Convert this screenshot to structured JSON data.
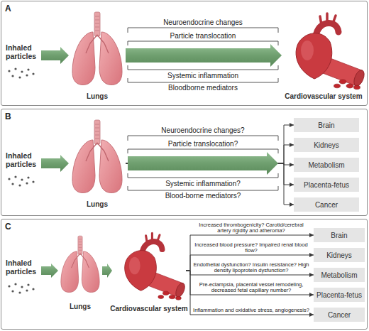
{
  "diagram": {
    "nodes": [
      {
        "text": [
          "A"
        ]
      },
      {
        "text": [
          "Inhaled particles"
        ],
        "in": 0
      },
      {
        "text": [
          "Lungs"
        ],
        "in": 0
      },
      {
        "text": [
          "Cardiovascular system"
        ],
        "in": 0
      },
      {
        "text": [
          "B"
        ]
      },
      {
        "text": [
          "Inhaled particles"
        ],
        "in": 4
      },
      {
        "text": [
          "Lungs"
        ],
        "in": 4
      },
      {
        "text": [
          "Brain"
        ],
        "in": 4
      },
      {
        "text": [
          "Kidneys"
        ],
        "in": 4
      },
      {
        "text": [
          "Metabolism"
        ],
        "in": 4
      },
      {
        "text": [
          "Placenta-fetus"
        ],
        "in": 4
      },
      {
        "text": [
          "Cancer"
        ],
        "in": 4
      },
      {
        "text": [
          "C"
        ]
      },
      {
        "text": [
          "Inhaled particles"
        ],
        "in": 12
      },
      {
        "text": [
          "Lungs"
        ],
        "in": 12
      },
      {
        "text": [
          "Cardiovascular system"
        ],
        "in": 12
      },
      {
        "text": [
          "Brain"
        ],
        "in": 12
      },
      {
        "text": [
          "Kidneys"
        ],
        "in": 12
      },
      {
        "text": [
          "Metabolism"
        ],
        "in": 12
      },
      {
        "text": [
          "Placenta-fetus"
        ],
        "in": 12
      },
      {
        "text": [
          "Cancer"
        ],
        "in": 12
      }
    ],
    "edges": [
      {
        "from": 1,
        "to": 2,
        "arrow": "to"
      },
      {
        "from": 2,
        "to": 3,
        "arrow": "to"
      },
      {
        "from": 5,
        "to": 6,
        "arrow": "to"
      },
      {
        "from": 6,
        "to": 7,
        "arrow": "to"
      },
      {
        "from": 6,
        "to": 8,
        "arrow": "to"
      },
      {
        "from": 6,
        "to": 9,
        "arrow": "to"
      },
      {
        "from": 6,
        "to": 10,
        "arrow": "to"
      },
      {
        "from": 6,
        "to": 11,
        "arrow": "to"
      },
      {
        "from": 13,
        "to": 14,
        "arrow": "to"
      },
      {
        "from": 14,
        "to": 15,
        "arrow": "to"
      },
      {
        "from": 15,
        "to": 16,
        "label": "Increased thrombogenicity? Carotid/cerebral artery rigidity and atheroma?",
        "arrow": "to"
      },
      {
        "from": 15,
        "to": 17,
        "label": "Increased blood pressure? Impaired renal blood flow?",
        "arrow": "to"
      },
      {
        "from": 15,
        "to": 18,
        "label": "Endothelial dysfunction? Insulin resistance? High density lipoprotein dysfunction?",
        "arrow": "to"
      },
      {
        "from": 15,
        "to": 19,
        "label": "Pre-eclampsia, placental vessel remodeling, decreased fetal capillary number?",
        "arrow": "to"
      },
      {
        "from": 15,
        "to": 20,
        "label": "Inflammation and oxidative stress, angiogenesis?",
        "arrow": "to"
      }
    ],
    "labels": [
      "Neuroendocrine changes",
      "Particle translocation",
      "Systemic inflammation",
      "Bloodborne mediators",
      "Neuroendocrine changes?",
      "Particle translocation?",
      "Systemic inflammation?",
      "Blood-borne mediators?"
    ]
  }
}
